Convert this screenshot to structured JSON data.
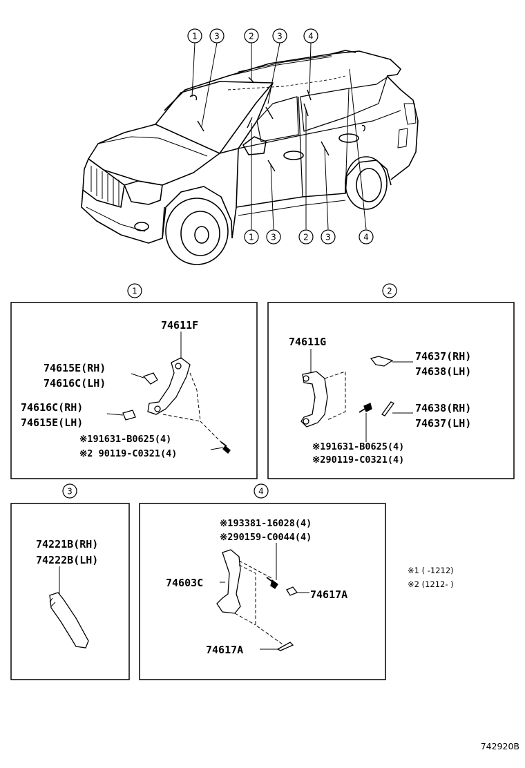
{
  "callouts": {
    "c1": "1",
    "c2": "2",
    "c3": "3",
    "c4": "4"
  },
  "panel1": {
    "p1": "74611F",
    "p2": "74615E(RH)",
    "p3": "74616C(LH)",
    "p4": "74616C(RH)",
    "p5": "74615E(LH)",
    "p6": "※191631-B0625(4)",
    "p7": "※2 90119-C0321(4)"
  },
  "panel2": {
    "p1": "74611G",
    "p2": "74637(RH)",
    "p3": "74638(LH)",
    "p4": "74638(RH)",
    "p5": "74637(LH)",
    "p6": "※191631-B0625(4)",
    "p7": "※290119-C0321(4)"
  },
  "panel3": {
    "p1": "74221B(RH)",
    "p2": "74222B(LH)"
  },
  "panel4": {
    "p1": "※193381-16028(4)",
    "p2": "※290159-C0044(4)",
    "p3": "74603C",
    "p4": "74617A",
    "p5": "74617A"
  },
  "notes": {
    "n1": "※1 (    -1212)",
    "n2": "※2 (1212-    )"
  },
  "diagram_code": "742920B"
}
